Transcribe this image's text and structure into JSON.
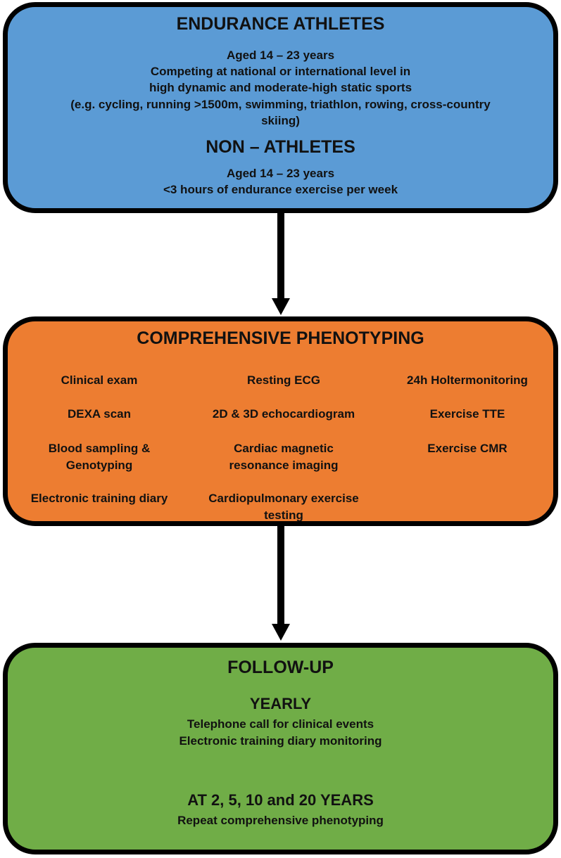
{
  "participants": {
    "athletes_title": "ENDURANCE ATHLETES",
    "athletes_age": "Aged 14 – 23 years",
    "athletes_line1": "Competing at national or international level in",
    "athletes_line2": "high dynamic and moderate-high static sports",
    "athletes_line3": "(e.g. cycling, running >1500m, swimming, triathlon, rowing, cross-country",
    "athletes_line4": "skiing)",
    "non_title": "NON – ATHLETES",
    "non_age": "Aged 14 – 23 years",
    "non_line1": "<3 hours of endurance exercise per week"
  },
  "phenotyping": {
    "title": "COMPREHENSIVE PHENOTYPING",
    "col1": [
      "Clinical exam",
      "DEXA scan",
      "Blood sampling &",
      "Genotyping",
      "Electronic training diary"
    ],
    "col2": [
      "Resting ECG",
      "2D & 3D echocardiogram",
      "Cardiac magnetic",
      "resonance imaging",
      "Cardiopulmonary exercise",
      "testing"
    ],
    "col3": [
      "24h Holtermonitoring",
      "Exercise TTE",
      "Exercise CMR"
    ]
  },
  "followup": {
    "title": "FOLLOW-UP",
    "yearly_title": "YEARLY",
    "yearly_line1": "Telephone call for clinical events",
    "yearly_line2": "Electronic training diary monitoring",
    "later_title": "AT 2, 5, 10 and 20 YEARS",
    "later_line1": "Repeat comprehensive phenotyping"
  },
  "colors": {
    "participants_box": "#5b9bd5",
    "phenotyping_box": "#ed7d31",
    "followup_box": "#70ad47",
    "border": "#000000"
  }
}
